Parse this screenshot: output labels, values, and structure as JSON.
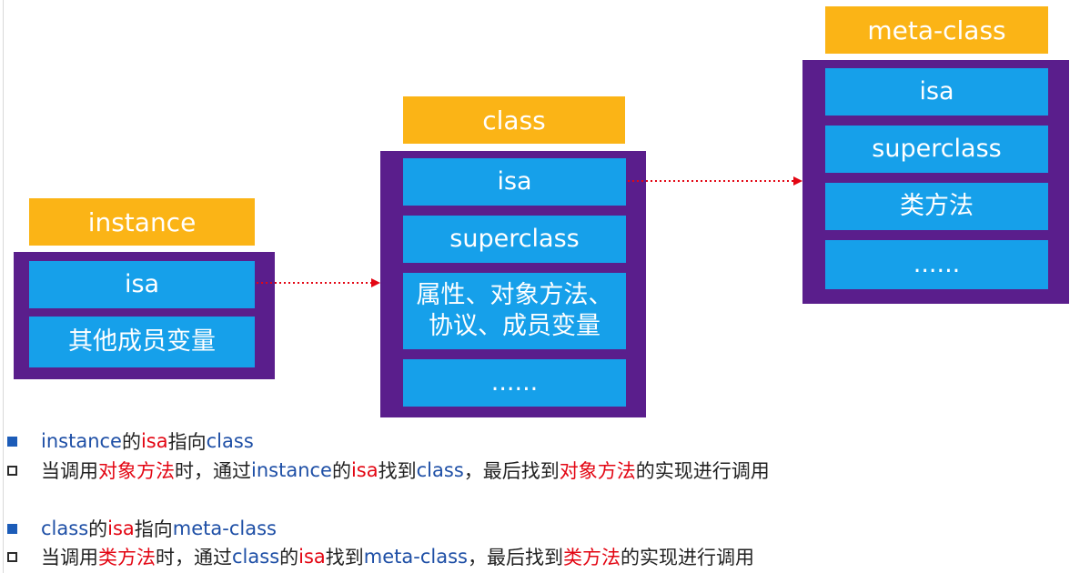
{
  "instance": {
    "title": "instance",
    "slots": [
      "isa",
      "其他成员变量"
    ]
  },
  "class": {
    "title": "class",
    "slots": [
      "isa",
      "superclass",
      "属性、对象方法、",
      "协议、成员变量",
      "......"
    ]
  },
  "meta_class": {
    "title": "meta-class",
    "slots": [
      "isa",
      "superclass",
      "类方法",
      "......"
    ]
  },
  "notes": {
    "line1": [
      "instance",
      "的",
      "isa",
      "指向",
      "class"
    ],
    "line2": [
      "当调用",
      "对象方法",
      "时，通过",
      "instance",
      "的",
      "isa",
      "找到",
      "class",
      "，最后找到",
      "对象方法",
      "的实现进行调用"
    ],
    "line3": [
      "class",
      "的",
      "isa",
      "指向",
      "meta-class"
    ],
    "line4": [
      "当调用",
      "类方法",
      "时，通过",
      "class",
      "的",
      "isa",
      "找到",
      "meta-class",
      "，最后找到",
      "类方法",
      "的实现进行调用"
    ]
  },
  "colors": {
    "title_bg": "#fbb416",
    "frame": "#5a1e8c",
    "slot": "#16a0ea",
    "arrow": "#e30613",
    "text_blue": "#1e4fa6",
    "text_red": "#e30613"
  }
}
